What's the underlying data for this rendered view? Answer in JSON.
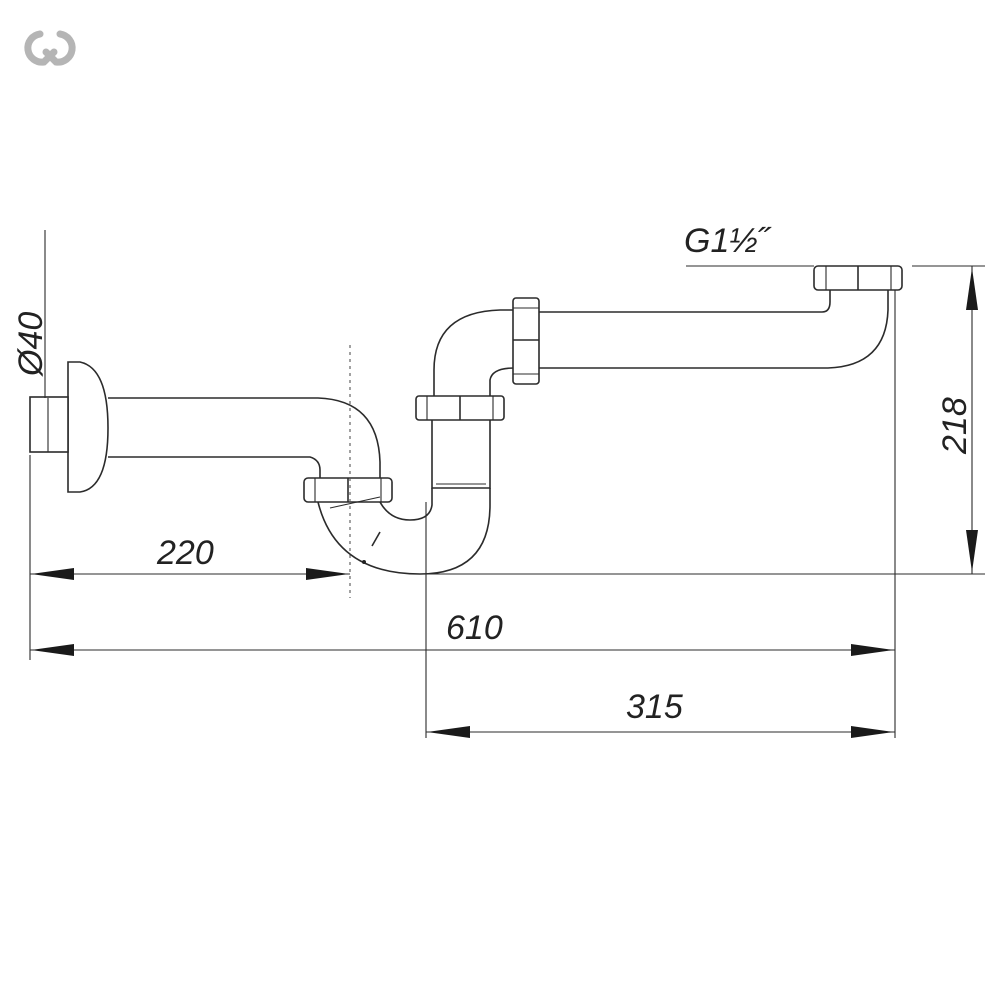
{
  "dimensions": {
    "inlet_thread": "G1½˝",
    "diameter": "Ø40",
    "height": "218",
    "wall_offset": "220",
    "total_length": "610",
    "outlet_length": "315"
  },
  "colors": {
    "line": "#2b2b2b",
    "logo": "#b5b5b5",
    "background": "#ffffff"
  },
  "icons": {
    "brand_logo": "chain-link-icon"
  }
}
